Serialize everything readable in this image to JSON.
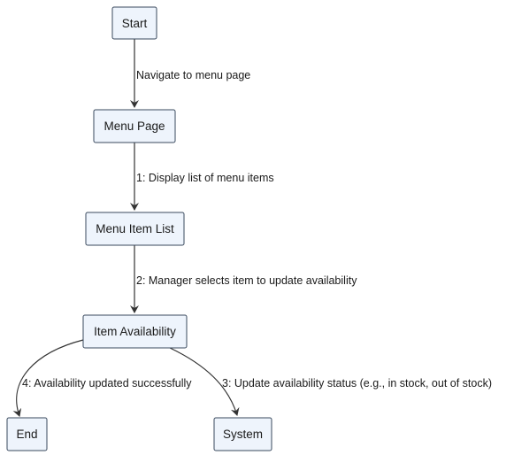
{
  "colors": {
    "node_fill": "#eef4fc",
    "node_stroke": "#3a4a5e",
    "edge": "#333333",
    "text": "#1a1a1a"
  },
  "nodes": {
    "start": "Start",
    "menu_page": "Menu Page",
    "menu_item_list": "Menu Item List",
    "item_availability": "Item Availability",
    "end": "End",
    "system": "System"
  },
  "edges": {
    "start_to_menu_page": "Navigate to menu page",
    "menu_page_to_list": "1: Display list of menu items",
    "list_to_availability": "2: Manager selects item to update availability",
    "availability_to_end": "4: Availability updated successfully",
    "availability_to_system": "3: Update availability status (e.g., in stock, out of stock)"
  }
}
